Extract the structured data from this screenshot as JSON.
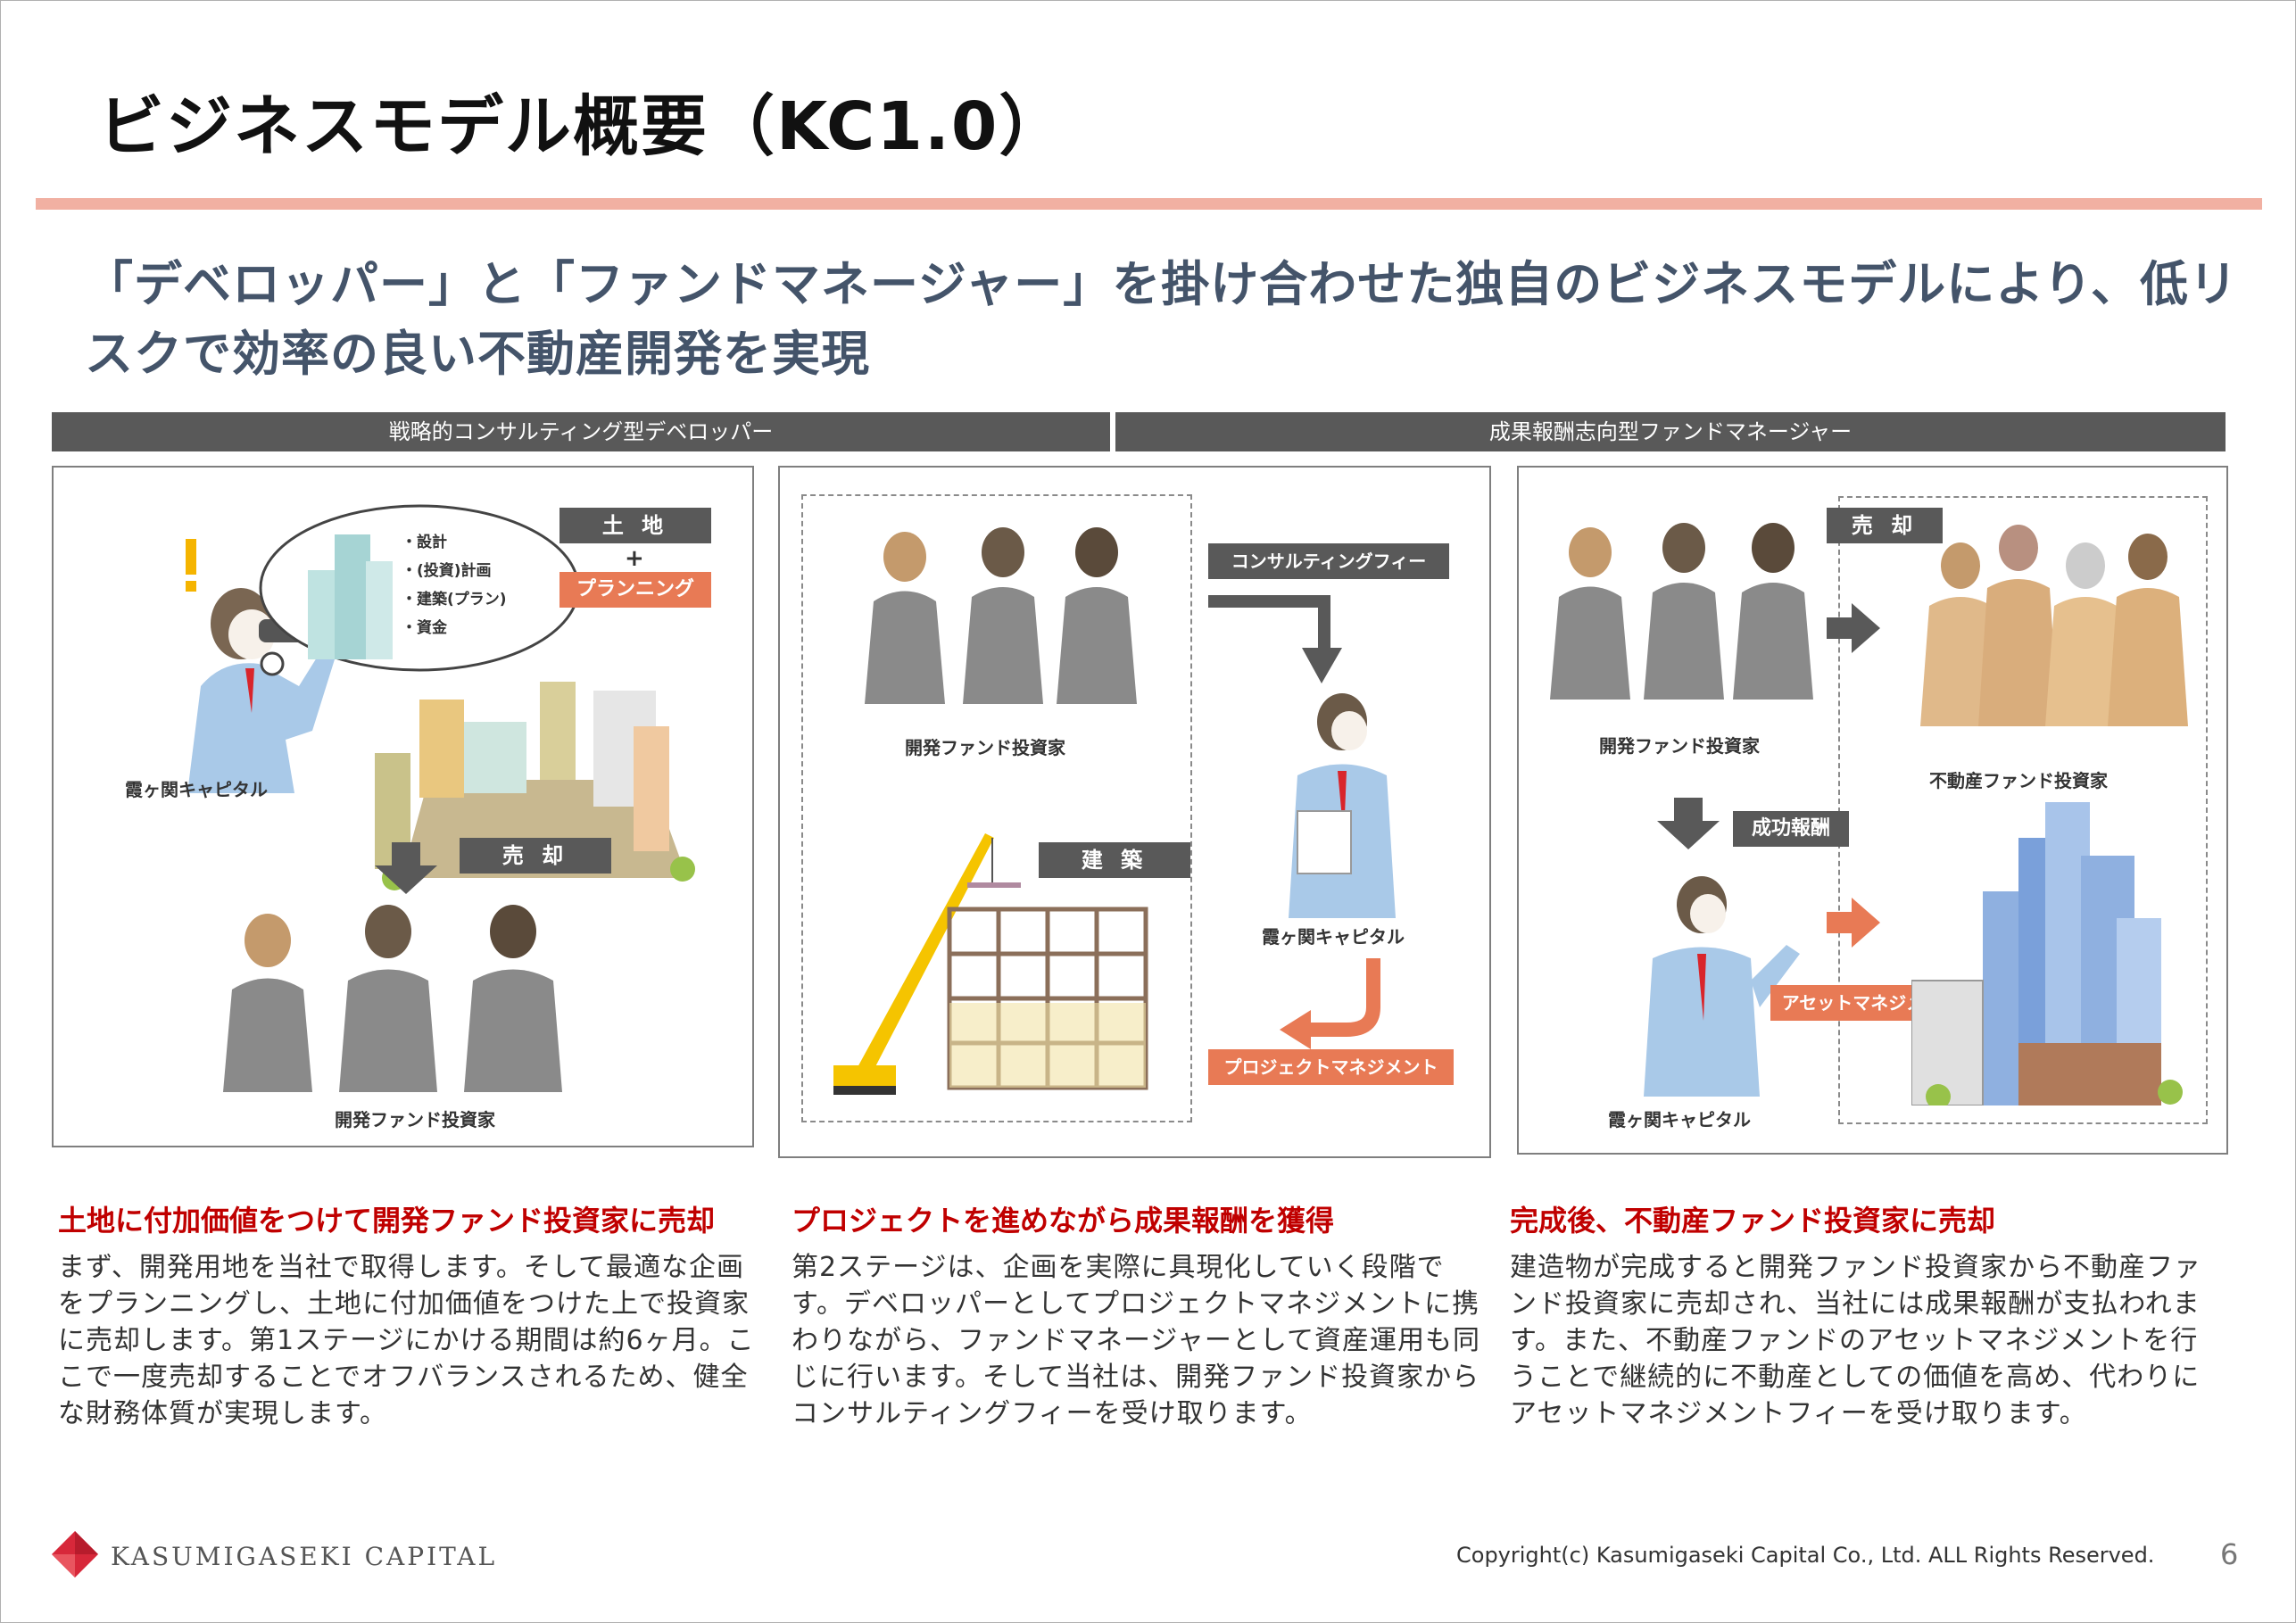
{
  "page": {
    "title": "ビジネスモデル概要（KC1.0）",
    "subtitle": "「デベロッパー」と「ファンドマネージャー」を掛け合わせた独自のビジネスモデルにより、低リスクで効率の良い不動産開発を実現"
  },
  "sections": {
    "left": "戦略的コンサルティング型デベロッパー",
    "right": "成果報酬志向型ファンドマネージャー"
  },
  "panel1": {
    "bubble_items": [
      "・設計",
      "・(投資)計画",
      "・建築(プラン)",
      "・資金"
    ],
    "tag_land": "土 地",
    "plus": "+",
    "tag_planning": "プランニング",
    "tag_sell": "売 却",
    "caption_kc": "霞ヶ関キャピタル",
    "caption_investors": "開発ファンド投資家"
  },
  "panel2": {
    "caption_investors": "開発ファンド投資家",
    "tag_consulting_fee": "コンサルティングフィー",
    "tag_construction": "建 築",
    "caption_kc": "霞ヶ関キャピタル",
    "tag_pm": "プロジェクトマネジメント"
  },
  "panel3": {
    "caption_investors": "開発ファンド投資家",
    "tag_sell": "売 却",
    "caption_re_investors": "不動産ファンド投資家",
    "tag_success_fee": "成功報酬",
    "tag_am": "アセットマネジメント",
    "caption_kc": "霞ヶ関キャピタル"
  },
  "columns": [
    {
      "heading": "土地に付加価値をつけて開発ファンド投資家に売却",
      "body": "まず、開発用地を当社で取得します。そして最適な企画をプランニングし、土地に付加価値をつけた上で投資家に売却します。第1ステージにかける期間は約6ヶ月。ここで一度売却することでオフバランスされるため、健全な財務体質が実現します。"
    },
    {
      "heading": "プロジェクトを進めながら成果報酬を獲得",
      "body": "第2ステージは、企画を実際に具現化していく段階です。デベロッパーとしてプロジェクトマネジメントに携わりながら、ファンドマネージャーとして資産運用も同じに行います。そして当社は、開発ファンド投資家からコンサルティングフィーを受け取ります。"
    },
    {
      "heading": "完成後、不動産ファンド投資家に売却",
      "body": "建造物が完成すると開発ファンド投資家から不動産ファンド投資家に売却され、当社には成果報酬が支払われます。また、不動産ファンドのアセットマネジメントを行うことで継続的に不動産としての価値を高め、代わりにアセットマネジメントフィーを受け取ります。"
    }
  ],
  "footer": {
    "logo_text": "KASUMIGASEKI CAPITAL",
    "copyright": "Copyright(c) Kasumigaseki Capital Co., Ltd. ALL Rights Reserved.",
    "page_number": "6"
  },
  "colors": {
    "accent_rule": "#f1b0a2",
    "subtitle": "#44546a",
    "heading_red": "#c00000",
    "tag_dark": "#595959",
    "tag_orange": "#e87a55",
    "logo_red": "#d7283a"
  }
}
